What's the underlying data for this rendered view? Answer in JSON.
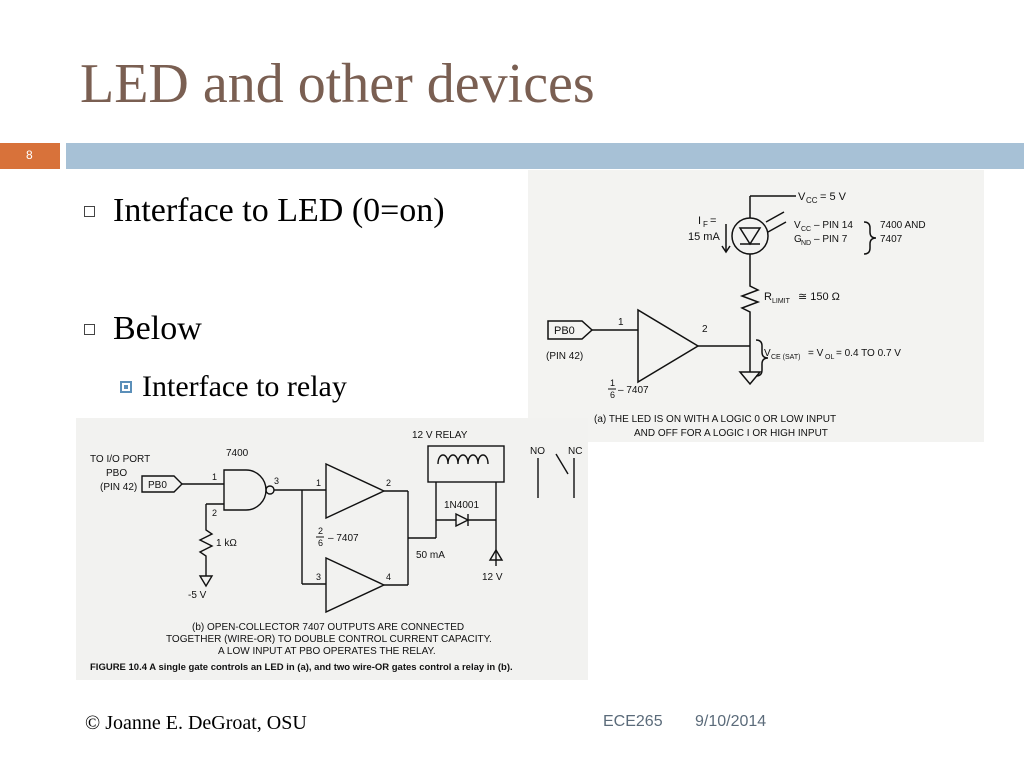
{
  "slide": {
    "title": "LED and other devices",
    "number": "8",
    "colors": {
      "title": "#7a5f52",
      "accent_orange": "#d8723a",
      "header_bar": "#a7c1d6",
      "bullet_blue": "#5b8fb9"
    }
  },
  "bullets": [
    {
      "level": 1,
      "text": "Interface to LED (0=on)"
    },
    {
      "level": 1,
      "text": "Below"
    },
    {
      "level": 2,
      "text": "Interface to relay"
    }
  ],
  "figure_a": {
    "vcc": "V",
    "vcc_sub": "CC",
    "vcc_value": "= 5 V",
    "if_label": "I",
    "if_sub": "F",
    "if_eq": "=",
    "if_value": "15 mA",
    "vcc_pin_a": "V",
    "vcc_pin_sub": "CC",
    "vcc_pin_rest": "– PIN 14",
    "gnd_pin_a": "G",
    "gnd_pin_sub": "ND",
    "gnd_pin_rest": "– PIN 7",
    "chip_a": "7400 AND",
    "chip_b": "7407",
    "r_label": "R",
    "r_sub": "LIMIT",
    "r_value": "≅ 150 Ω",
    "port": "PB0",
    "pin": "(PIN 42)",
    "pin1": "1",
    "pin2": "2",
    "gate_frac_num": "1",
    "gate_frac_den": "6",
    "gate_part": "– 7407",
    "vce_a": "V",
    "vce_sub": "CE (SAT)",
    "vce_eq": "= V",
    "vol_sub": "OL",
    "vce_value": "= 0.4 TO 0.7 V",
    "caption_1": "(a) THE  LED IS ON WITH A LOGIC 0 OR LOW INPUT",
    "caption_2": "AND OFF FOR A LOGIC I OR HIGH INPUT"
  },
  "figure_b": {
    "io_1": "TO I/O PORT",
    "io_2": "PBO",
    "io_3": "(PIN 42)",
    "port": "PB0",
    "nand": "7400",
    "p1": "1",
    "p2": "2",
    "p3": "3",
    "resistor": "1 kΩ",
    "neg5": "-5 V",
    "buf_p1": "1",
    "buf_p2": "2",
    "buf_p3": "3",
    "buf_p4": "4",
    "frac_num": "2",
    "frac_den": "6",
    "buf_part": "– 7407",
    "relay": "12 V RELAY",
    "diode": "1N4001",
    "current": "50 mA",
    "supply": "12 V",
    "no": "NO",
    "nc": "NC",
    "caption_1": "(b) OPEN-COLLECTOR 7407 OUTPUTS ARE CONNECTED",
    "caption_2": "TOGETHER (WIRE-OR) TO DOUBLE CONTROL CURRENT CAPACITY.",
    "caption_3": "A LOW INPUT AT PBO OPERATES THE RELAY.",
    "figure_caption": "FIGURE 10.4  A single gate controls an LED in (a), and two wire-OR gates control a relay in (b)."
  },
  "footer": {
    "author": "© Joanne E. DeGroat, OSU",
    "course": "ECE265",
    "date": "9/10/2014"
  }
}
